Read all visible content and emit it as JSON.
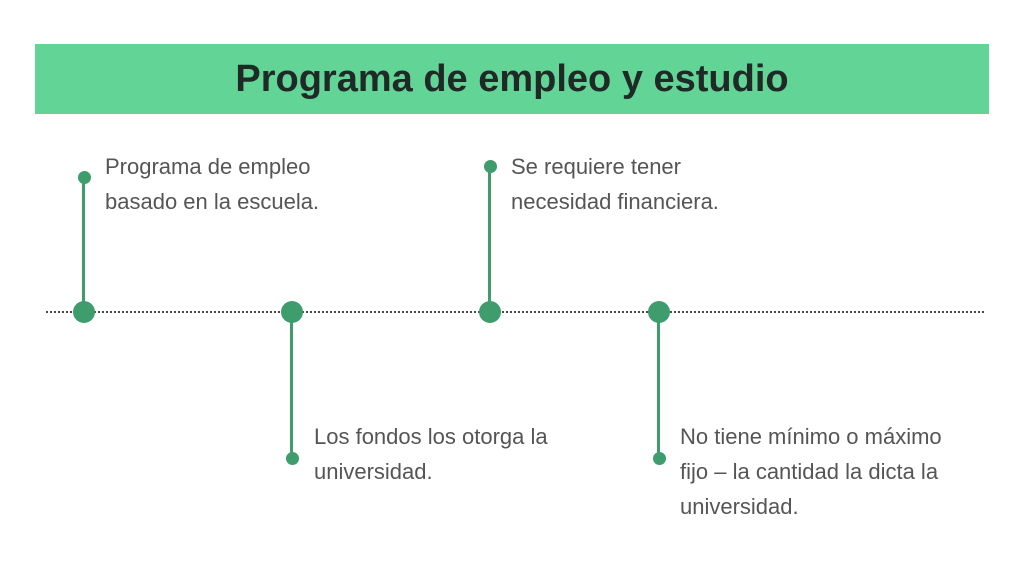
{
  "title": "Programa de empleo y estudio",
  "events": [
    {
      "text_line1": "Programa de empleo",
      "text_line2": "basado en la escuela.",
      "text_line3": ""
    },
    {
      "text_line1": "Los fondos los otorga la",
      "text_line2": "universidad.",
      "text_line3": ""
    },
    {
      "text_line1": "Se requiere tener",
      "text_line2": "necesidad financiera.",
      "text_line3": ""
    },
    {
      "text_line1": "No tiene mínimo o máximo",
      "text_line2": "fijo – la cantidad la dicta la",
      "text_line3": "universidad."
    }
  ],
  "colors": {
    "title_band": "#62d496",
    "accent": "#3f9c6c",
    "body_text": "#555555"
  }
}
